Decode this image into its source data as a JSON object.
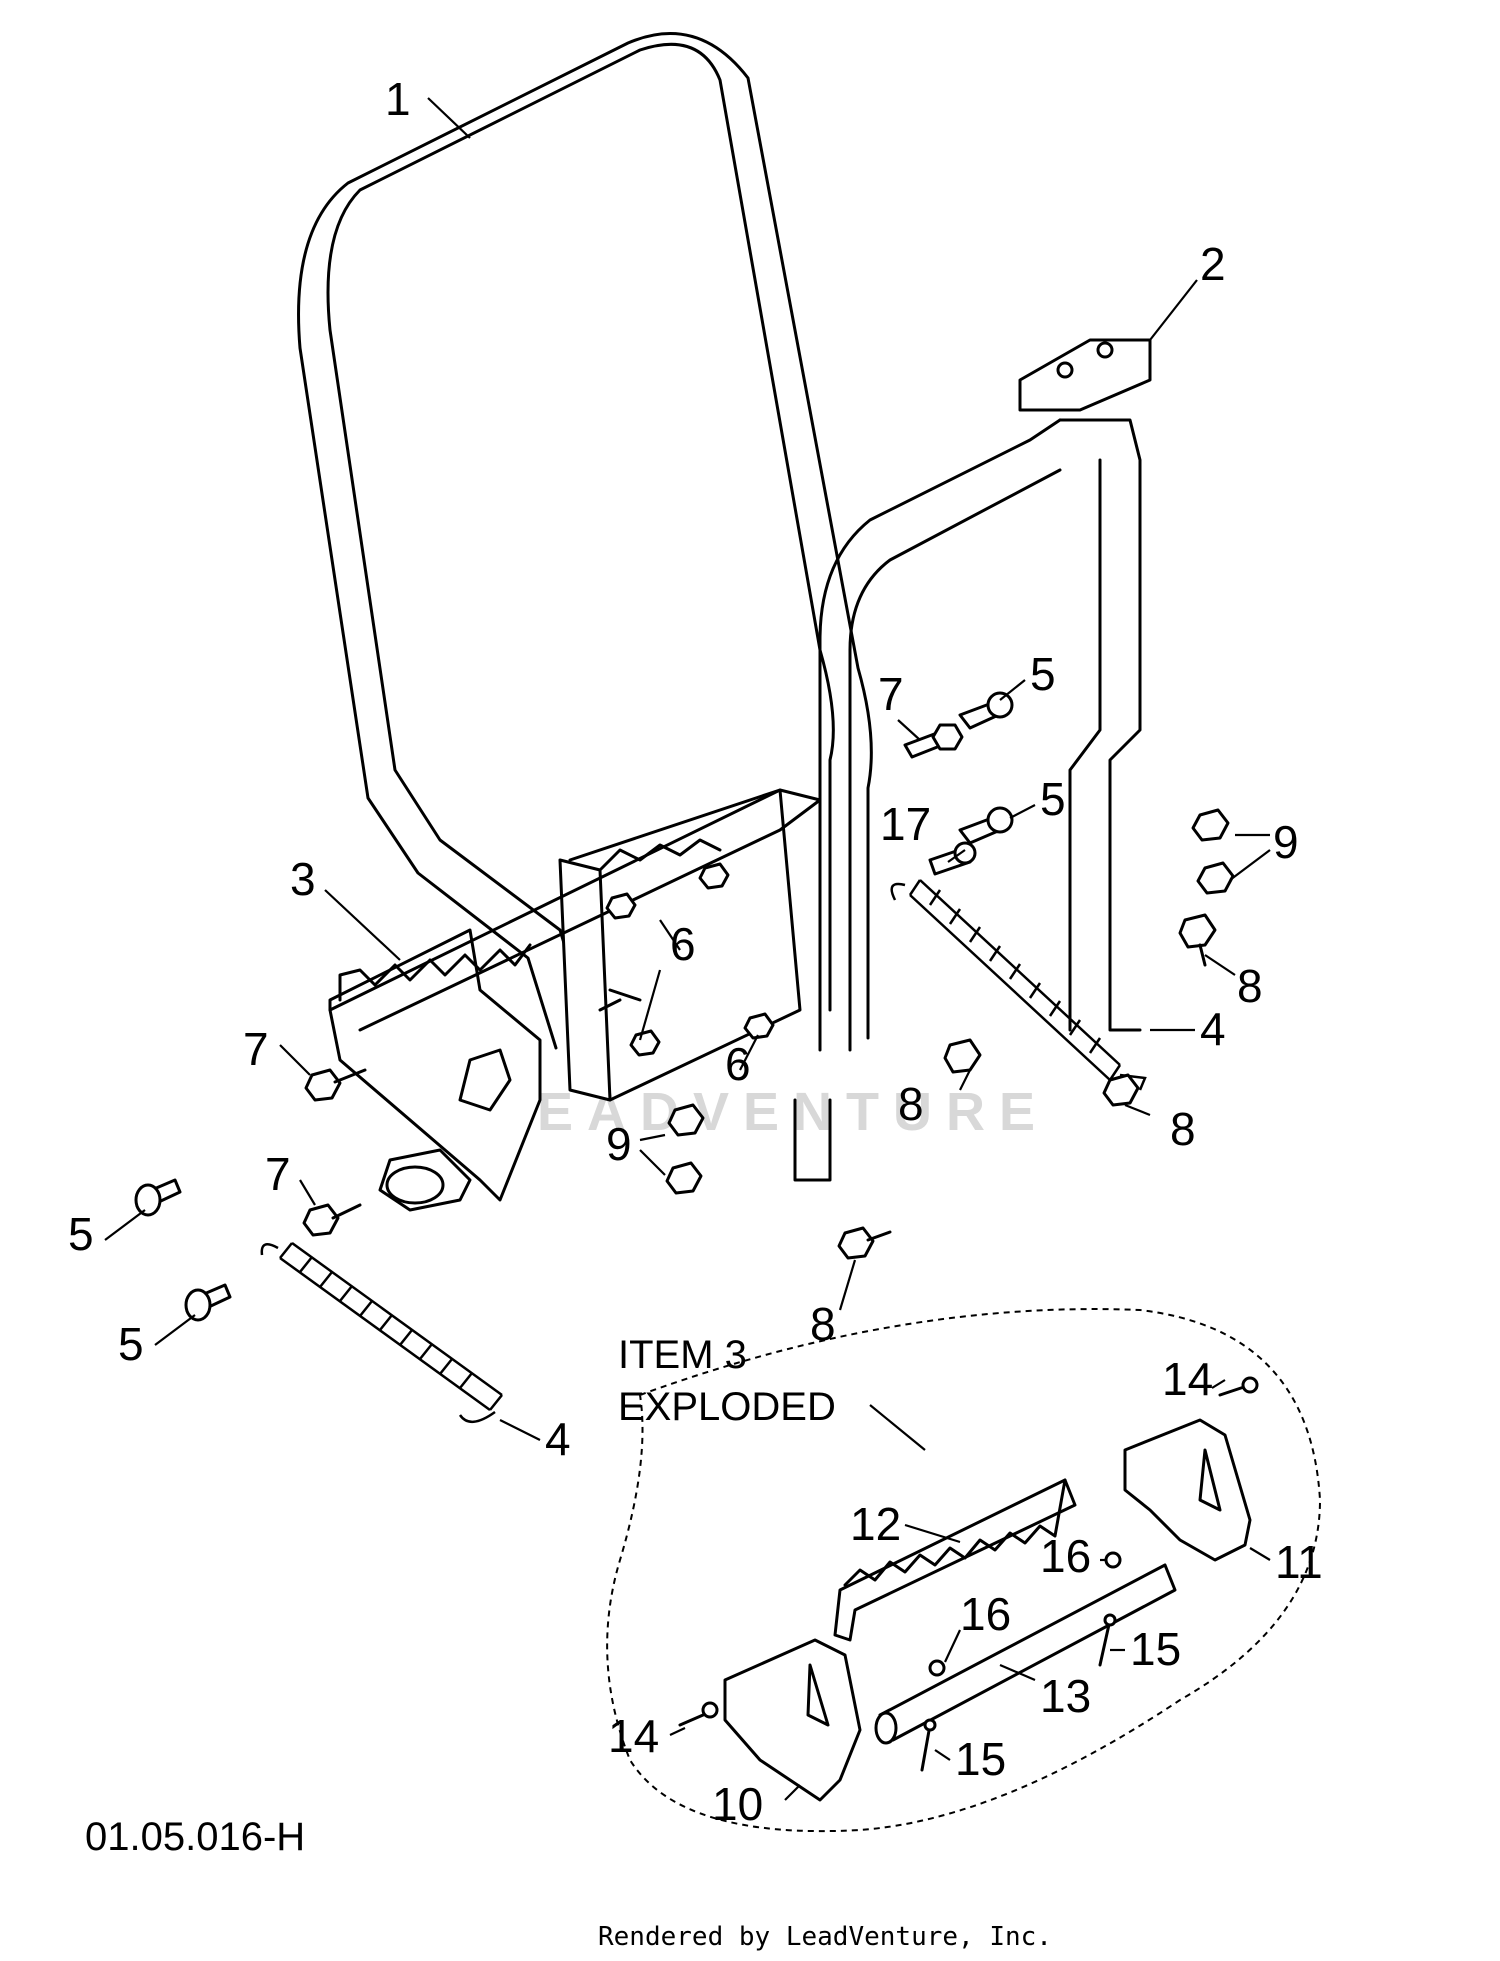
{
  "drawing_code": "01.05.016-H",
  "rendered_by": "Rendered by LeadVenture, Inc.",
  "watermark": "LEADVENTURE",
  "inset": {
    "title_line1": "ITEM 3",
    "title_line2": "EXPLODED"
  },
  "callouts": {
    "c1": "1",
    "c2": "2",
    "c3": "3",
    "c4a": "4",
    "c4b": "4",
    "c5a": "5",
    "c5b": "5",
    "c5c": "5",
    "c5d": "5",
    "c6a": "6",
    "c6b": "6",
    "c7a": "7",
    "c7b": "7",
    "c7c": "7",
    "c8a": "8",
    "c8b": "8",
    "c8c": "8",
    "c8d": "8",
    "c9a": "9",
    "c9b": "9",
    "c10": "10",
    "c11": "11",
    "c12": "12",
    "c13": "13",
    "c14a": "14",
    "c14b": "14",
    "c15a": "15",
    "c15b": "15",
    "c16a": "16",
    "c16b": "16",
    "c17": "17"
  }
}
